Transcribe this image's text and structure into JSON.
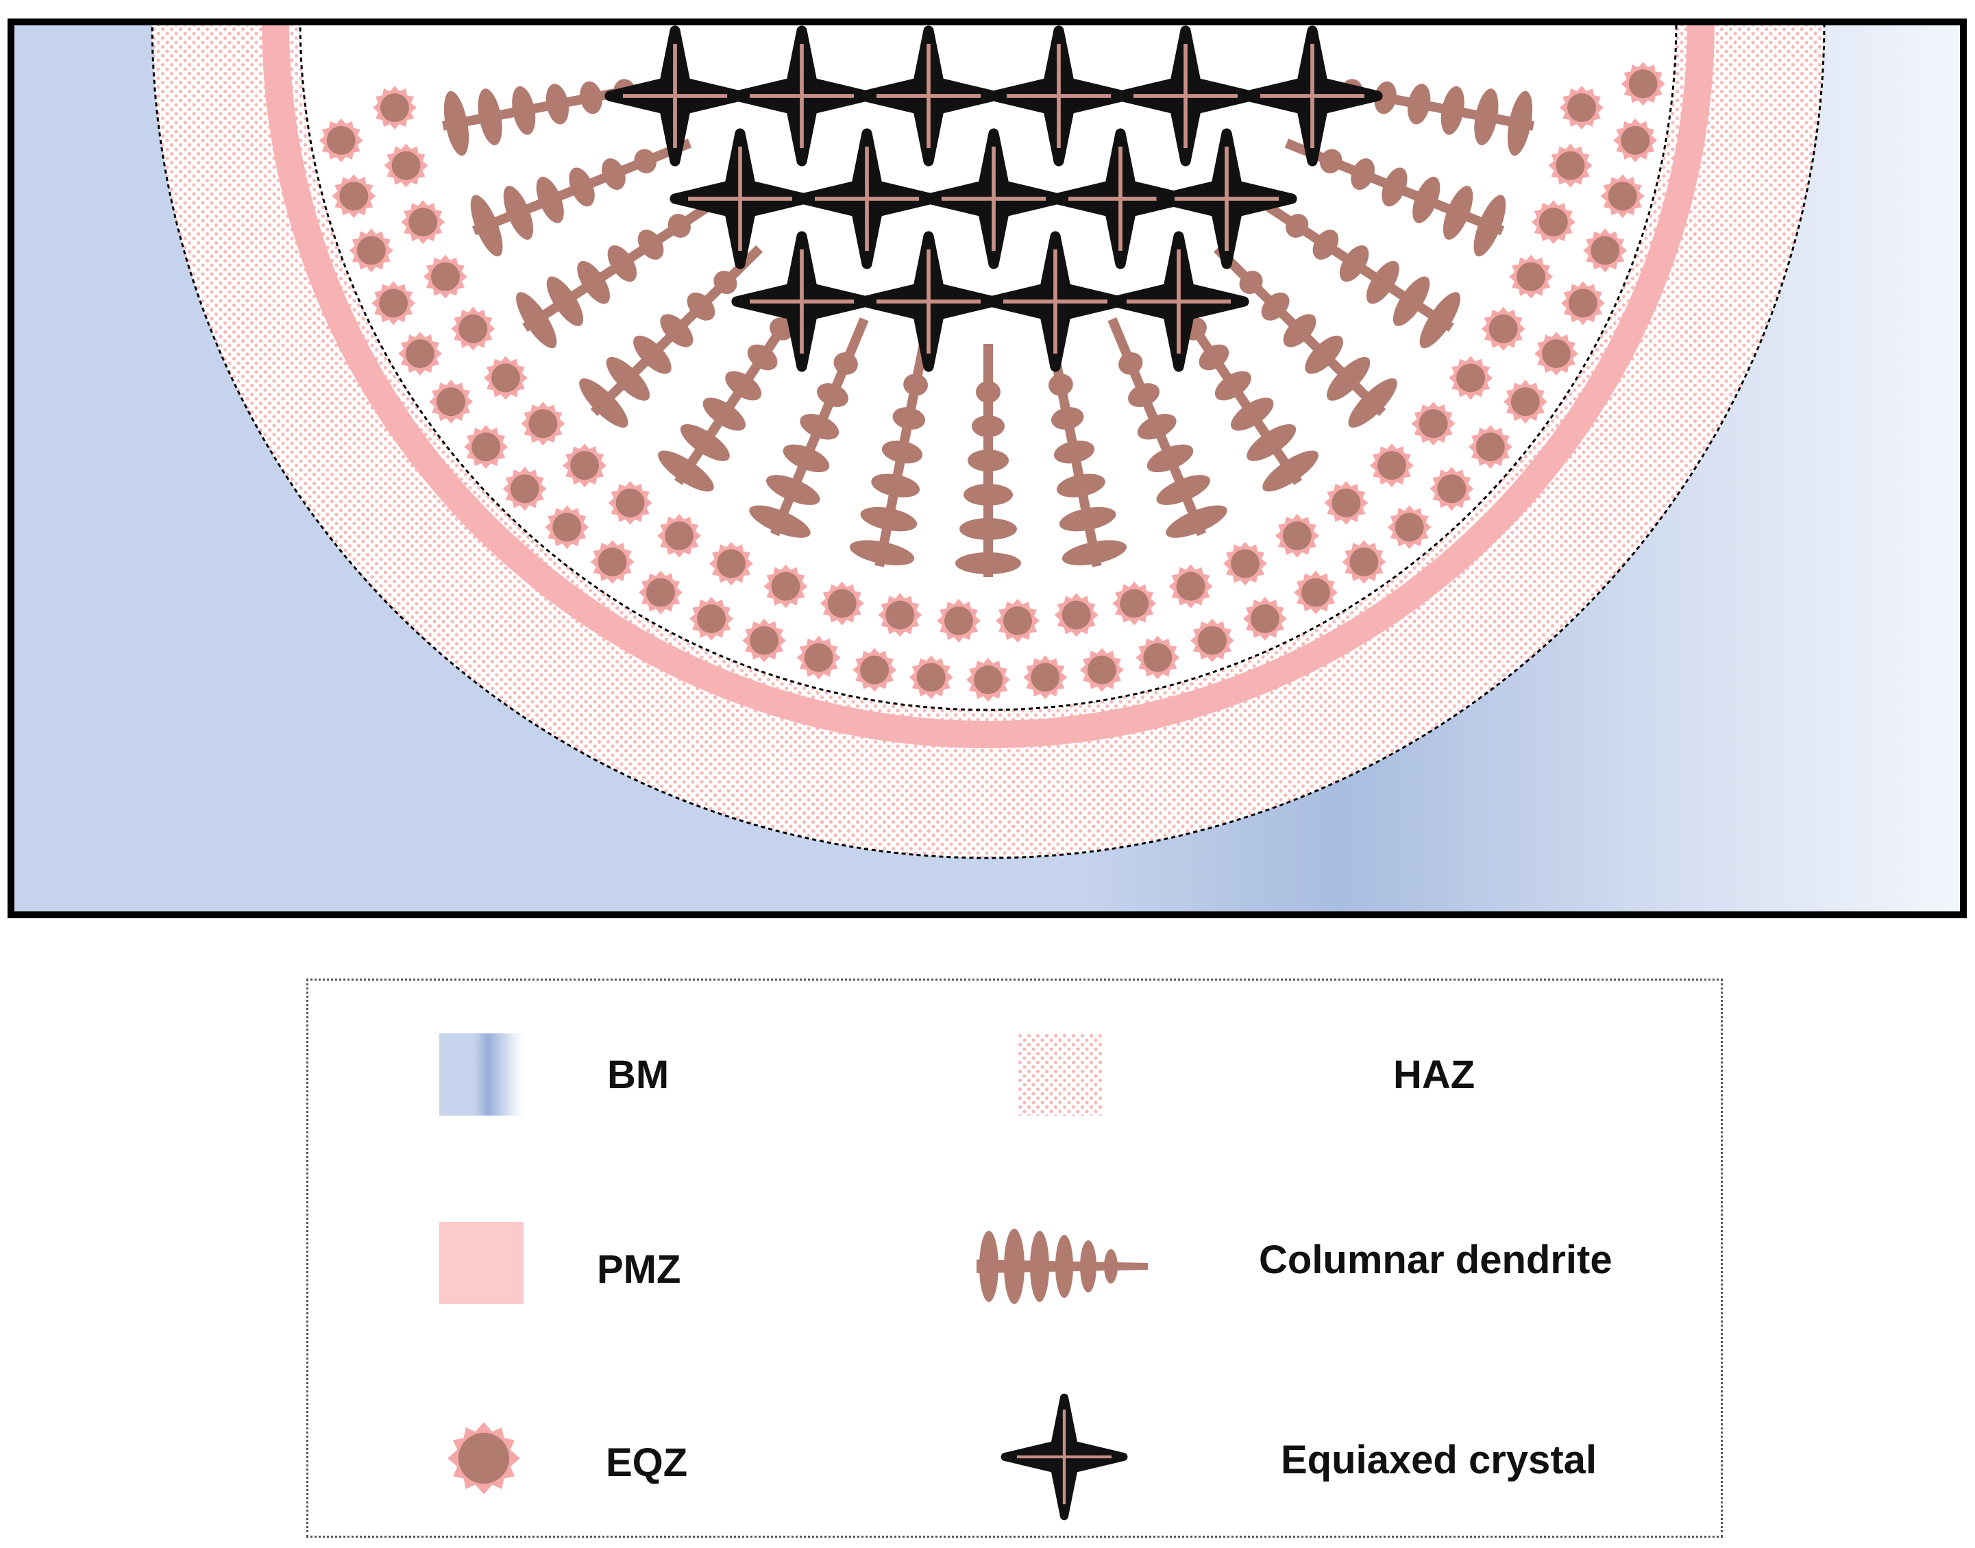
{
  "legend": {
    "items": [
      {
        "key": "bm",
        "label": "BM"
      },
      {
        "key": "haz",
        "label": "HAZ"
      },
      {
        "key": "pmz",
        "label": "PMZ"
      },
      {
        "key": "columnar",
        "label": "Columnar dendrite"
      },
      {
        "key": "eqz",
        "label": "EQZ"
      },
      {
        "key": "equiaxed",
        "label": "Equiaxed crystal"
      }
    ]
  },
  "colors": {
    "base_metal": "#c5d3ec",
    "base_metal_dark": "#a9bde0",
    "haz_dot": "#f6b9b9",
    "pmz": "#fbcaca",
    "pmz_ring": "#f7b3b3",
    "dendrite": "#b27b70",
    "eqz_rim": "#f5a8a8",
    "crystal": "#111111",
    "frame": "#000000"
  }
}
